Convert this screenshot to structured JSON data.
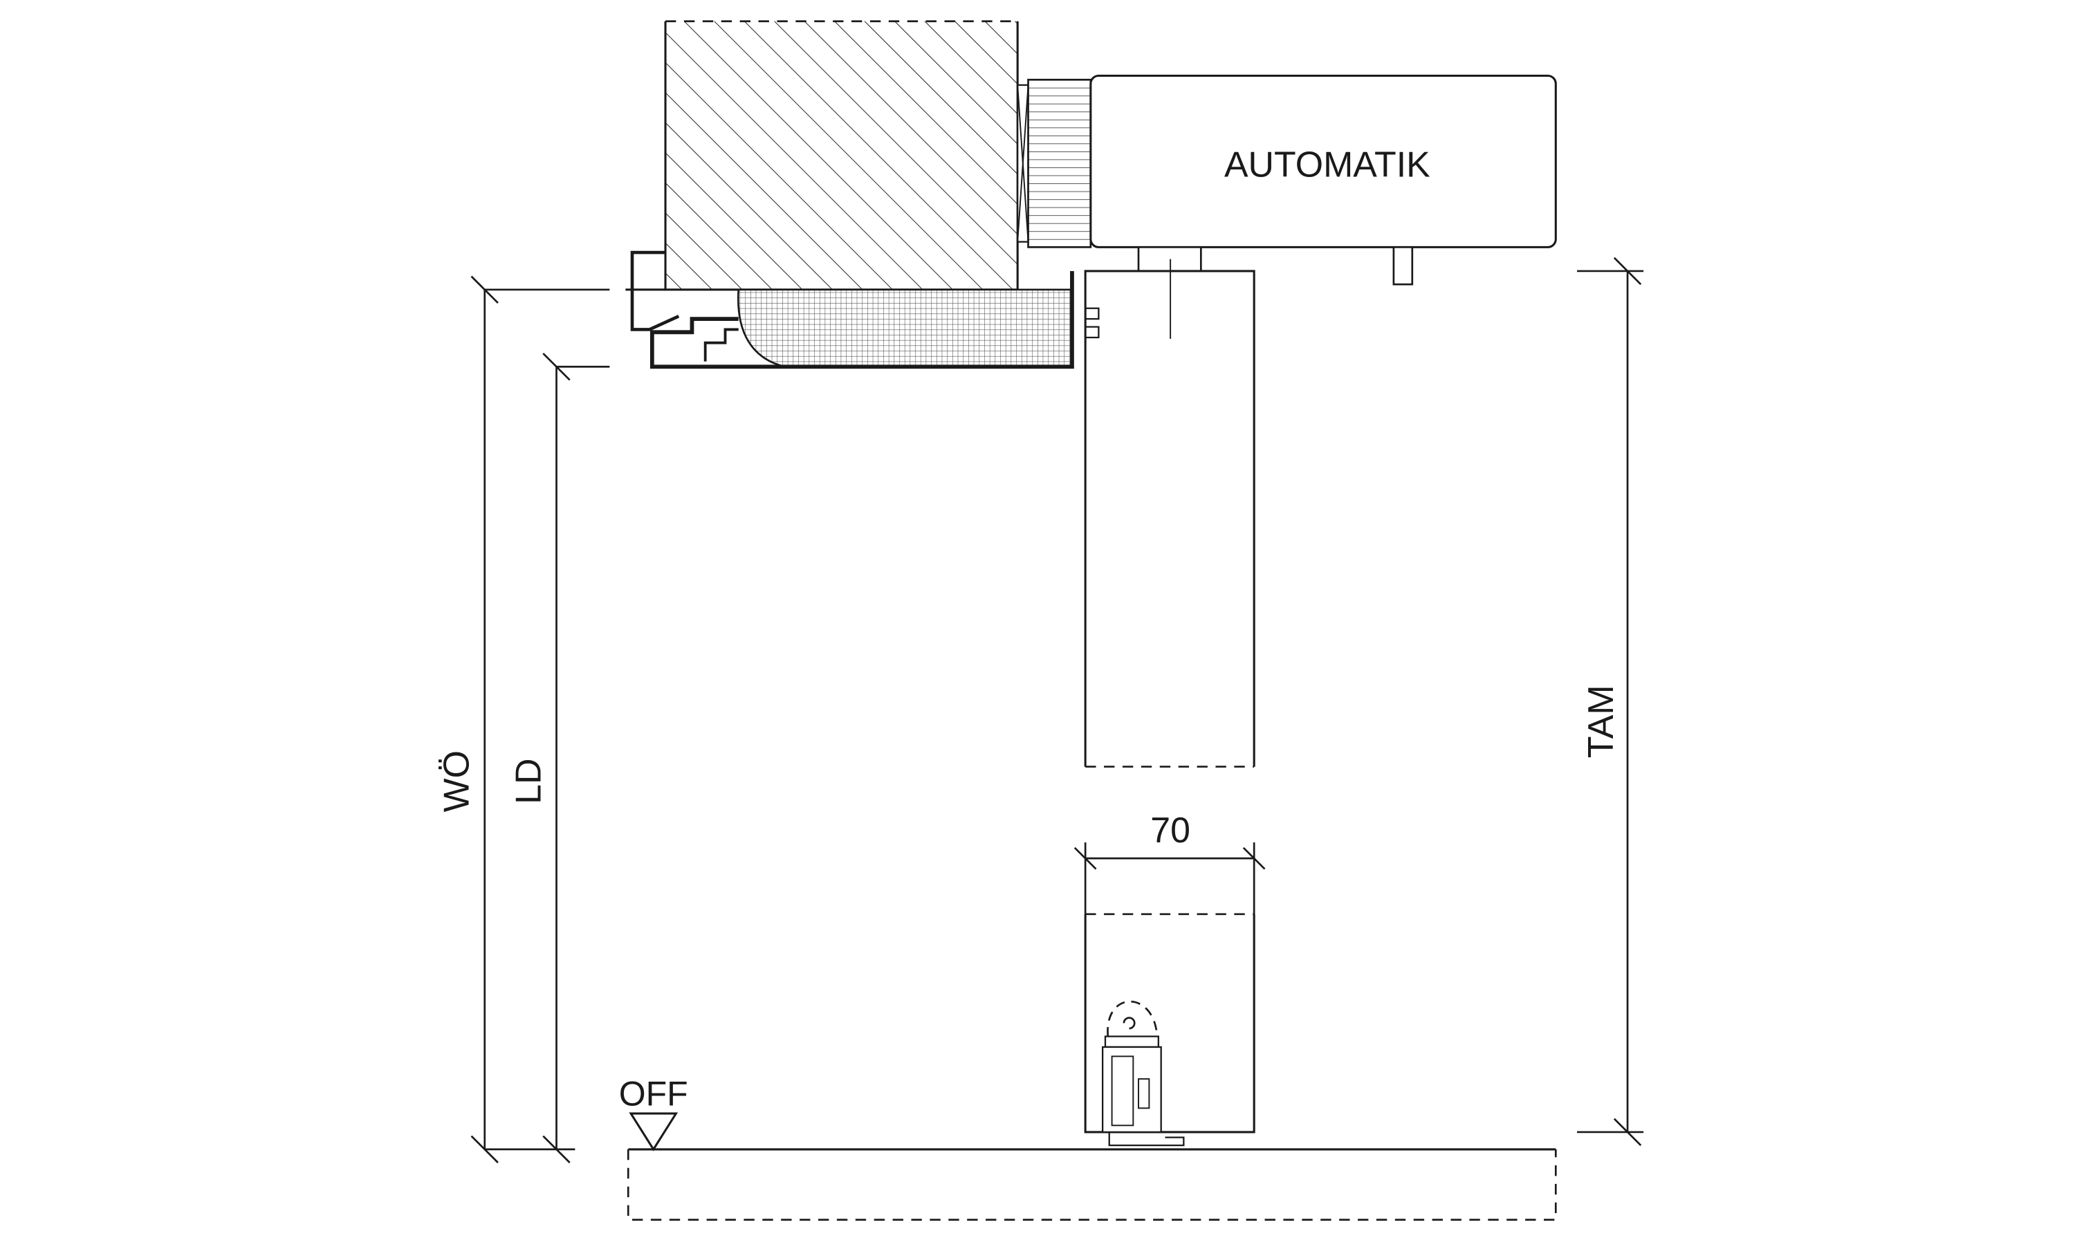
{
  "labels": {
    "automatik": "AUTOMATIK",
    "wo": "WÖ",
    "ld": "LD",
    "tam": "TAM",
    "width_70": "70",
    "off": "OFF"
  },
  "colors": {
    "line": "#1a1a1a",
    "background": "#ffffff"
  }
}
